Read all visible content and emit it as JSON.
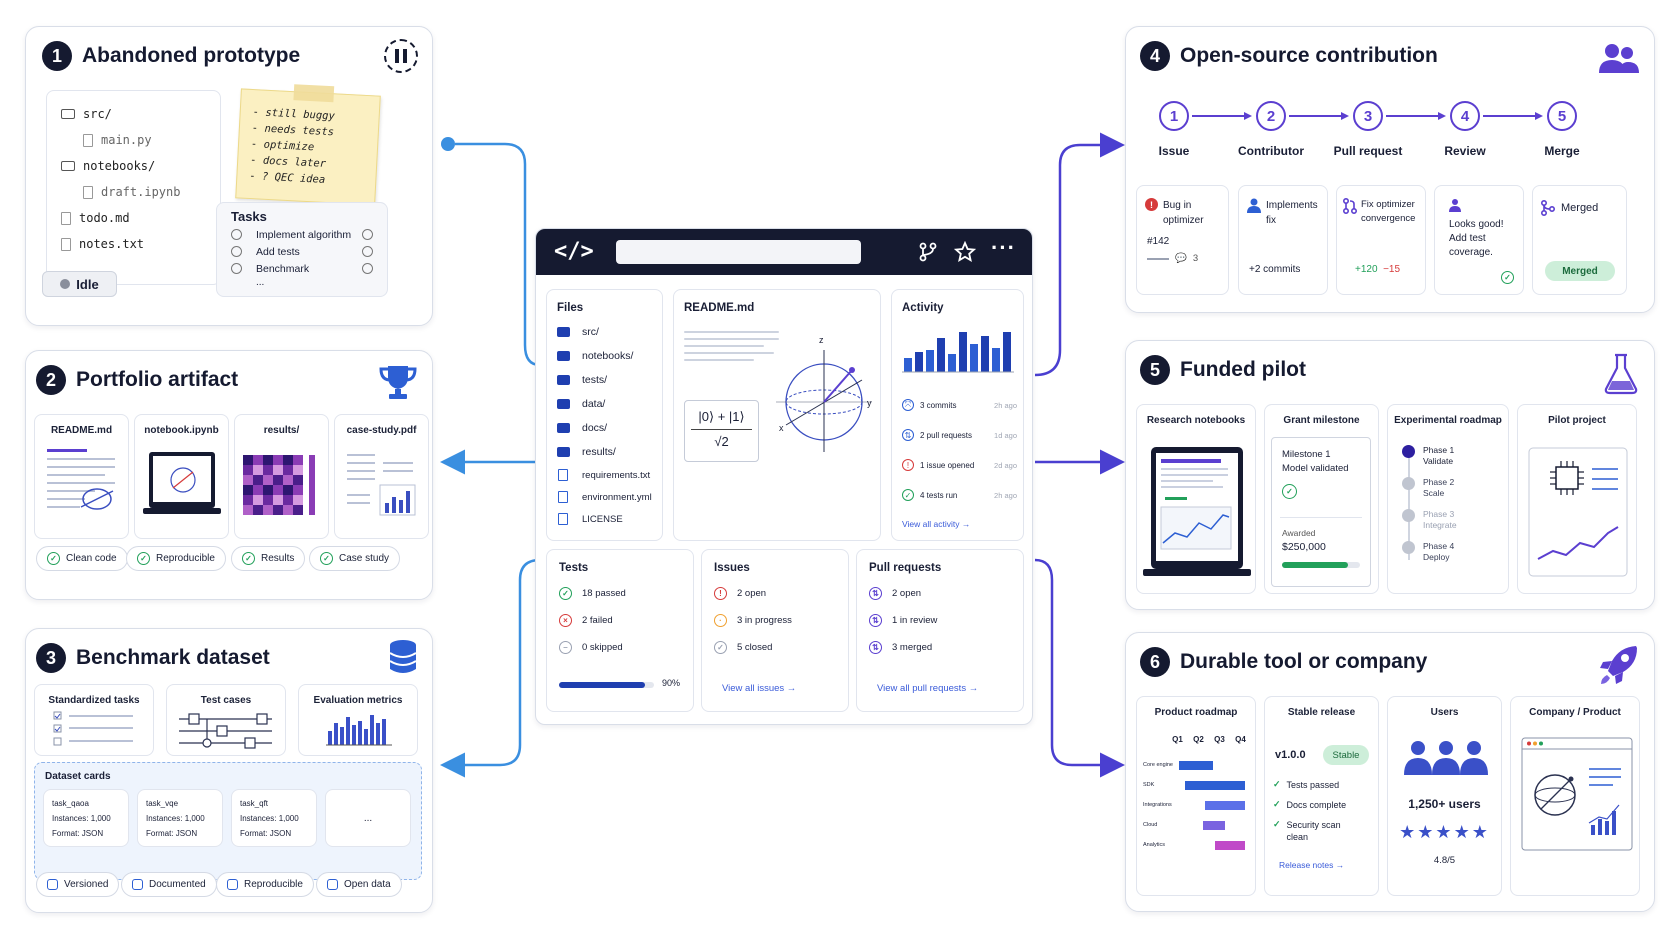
{
  "colors": {
    "navy": "#151a30",
    "blue": "#2d5fd3",
    "purple": "#5b3fd0",
    "green": "#22a05a",
    "red": "#d63b3b",
    "orange": "#f0a030",
    "connector_left": "#3a8fe0",
    "connector_right": "#4a3fd0"
  },
  "hub": {
    "code_icon": "</>",
    "toolbar_icons": [
      "branch-icon",
      "star-icon",
      "more-icon"
    ],
    "files": {
      "title": "Files",
      "items": [
        {
          "name": "src/",
          "type": "folder"
        },
        {
          "name": "notebooks/",
          "type": "folder"
        },
        {
          "name": "tests/",
          "type": "folder"
        },
        {
          "name": "data/",
          "type": "folder"
        },
        {
          "name": "docs/",
          "type": "folder"
        },
        {
          "name": "results/",
          "type": "folder"
        },
        {
          "name": "requirements.txt",
          "type": "file"
        },
        {
          "name": "environment.yml",
          "type": "file"
        },
        {
          "name": "LICENSE",
          "type": "file"
        }
      ]
    },
    "readme": {
      "title": "README.md",
      "formula_top": "|0⟩ + |1⟩",
      "formula_bottom": "√2",
      "axes": {
        "z": "z",
        "x": "x",
        "y": "y"
      }
    },
    "activity": {
      "title": "Activity",
      "items": [
        {
          "text": "3 commits",
          "time": "2h ago",
          "icon": "commit-icon"
        },
        {
          "text": "2 pull requests",
          "time": "1d ago",
          "icon": "pull-request-icon"
        },
        {
          "text": "1 issue opened",
          "time": "2d ago",
          "icon": "issue-icon"
        },
        {
          "text": "4 tests run",
          "time": "2h ago",
          "icon": "check-icon"
        }
      ],
      "link": "View all activity →",
      "bars": [
        0.35,
        0.5,
        0.55,
        0.85,
        0.45,
        1.0,
        0.7,
        0.9,
        0.6,
        1.0
      ]
    },
    "tests": {
      "title": "Tests",
      "items": [
        "18 passed",
        "2 failed",
        "0 skipped"
      ],
      "progress": 0.9,
      "progress_label": "90%"
    },
    "issues": {
      "title": "Issues",
      "items": [
        "2 open",
        "3 in progress",
        "5 closed"
      ],
      "link": "View all issues →"
    },
    "pulls": {
      "title": "Pull requests",
      "items": [
        "2 open",
        "1 in review",
        "3 merged"
      ],
      "link": "View all pull requests →"
    }
  },
  "p1": {
    "num": "1",
    "title": "Abandoned prototype",
    "tree": [
      {
        "name": "src/",
        "type": "folder",
        "indent": 0
      },
      {
        "name": "main.py",
        "type": "file",
        "indent": 1
      },
      {
        "name": "notebooks/",
        "type": "folder",
        "indent": 0
      },
      {
        "name": "draft.ipynb",
        "type": "file",
        "indent": 1
      },
      {
        "name": "todo.md",
        "type": "file",
        "indent": 0
      },
      {
        "name": "notes.txt",
        "type": "file",
        "indent": 0
      }
    ],
    "note": [
      "- still buggy",
      "- needs tests",
      "- optimize",
      "- docs later",
      "- ? QEC idea"
    ],
    "tasks_title": "Tasks",
    "tasks": [
      "Implement algorithm",
      "Add tests",
      "Benchmark"
    ],
    "tasks_more": "...",
    "status": "Idle"
  },
  "p2": {
    "num": "2",
    "title": "Portfolio artifact",
    "cards": [
      "README.md",
      "notebook.ipynb",
      "results/",
      "case-study.pdf"
    ],
    "pills": [
      "Clean code",
      "Reproducible",
      "Results",
      "Case study"
    ]
  },
  "p3": {
    "num": "3",
    "title": "Benchmark dataset",
    "cards": [
      "Standardized tasks",
      "Test cases",
      "Evaluation metrics"
    ],
    "dataset_title": "Dataset cards",
    "datasets": [
      {
        "name": "task_qaoa",
        "instances": "Instances: 1,000",
        "format": "Format: JSON"
      },
      {
        "name": "task_vqe",
        "instances": "Instances: 1,000",
        "format": "Format: JSON"
      },
      {
        "name": "task_qft",
        "instances": "Instances: 1,000",
        "format": "Format: JSON"
      }
    ],
    "more": "...",
    "pills": [
      "Versioned",
      "Documented",
      "Reproducible",
      "Open data"
    ]
  },
  "p4": {
    "num": "4",
    "title": "Open-source contribution",
    "steps": [
      {
        "n": "1",
        "label": "Issue"
      },
      {
        "n": "2",
        "label": "Contributor"
      },
      {
        "n": "3",
        "label": "Pull request"
      },
      {
        "n": "4",
        "label": "Review"
      },
      {
        "n": "5",
        "label": "Merge"
      }
    ],
    "c1": {
      "title": "Bug in optimizer",
      "num": "#142",
      "comments": "3"
    },
    "c2": {
      "title": "Implements fix",
      "commits": "+2 commits"
    },
    "c3": {
      "title": "Fix optimizer convergence",
      "plus": "+120",
      "minus": "−15"
    },
    "c4": {
      "text": "Looks good! Add test coverage."
    },
    "c5": {
      "title": "Merged",
      "badge": "Merged"
    }
  },
  "p5": {
    "num": "5",
    "title": "Funded pilot",
    "cards": [
      "Research notebooks",
      "Grant milestone",
      "Experimental roadmap",
      "Pilot project"
    ],
    "milestone": {
      "line1": "Milestone 1",
      "line2": "Model validated",
      "awarded": "Awarded",
      "amount": "$250,000",
      "progress": 0.85
    },
    "phases": [
      {
        "t": "Phase 1",
        "s": "Validate",
        "done": true
      },
      {
        "t": "Phase 2",
        "s": "Scale",
        "done": false
      },
      {
        "t": "Phase 3",
        "s": "Integrate",
        "done": false
      },
      {
        "t": "Phase 4",
        "s": "Deploy",
        "done": false
      }
    ]
  },
  "p6": {
    "num": "6",
    "title": "Durable tool or company",
    "roadmap": {
      "title": "Product roadmap",
      "quarters": [
        "Q1",
        "Q2",
        "Q3",
        "Q4"
      ],
      "rows": [
        "Core engine",
        "SDK",
        "Integrations",
        "Cloud",
        "Analytics"
      ]
    },
    "release": {
      "title": "Stable release",
      "version": "v1.0.0",
      "badge": "Stable",
      "checks": [
        "Tests passed",
        "Docs complete",
        "Security scan clean"
      ],
      "link": "Release notes →"
    },
    "users": {
      "title": "Users",
      "count": "1,250+ users",
      "rating": "4.8/5",
      "stars": "★★★★★"
    },
    "company": {
      "title": "Company / Product"
    }
  }
}
